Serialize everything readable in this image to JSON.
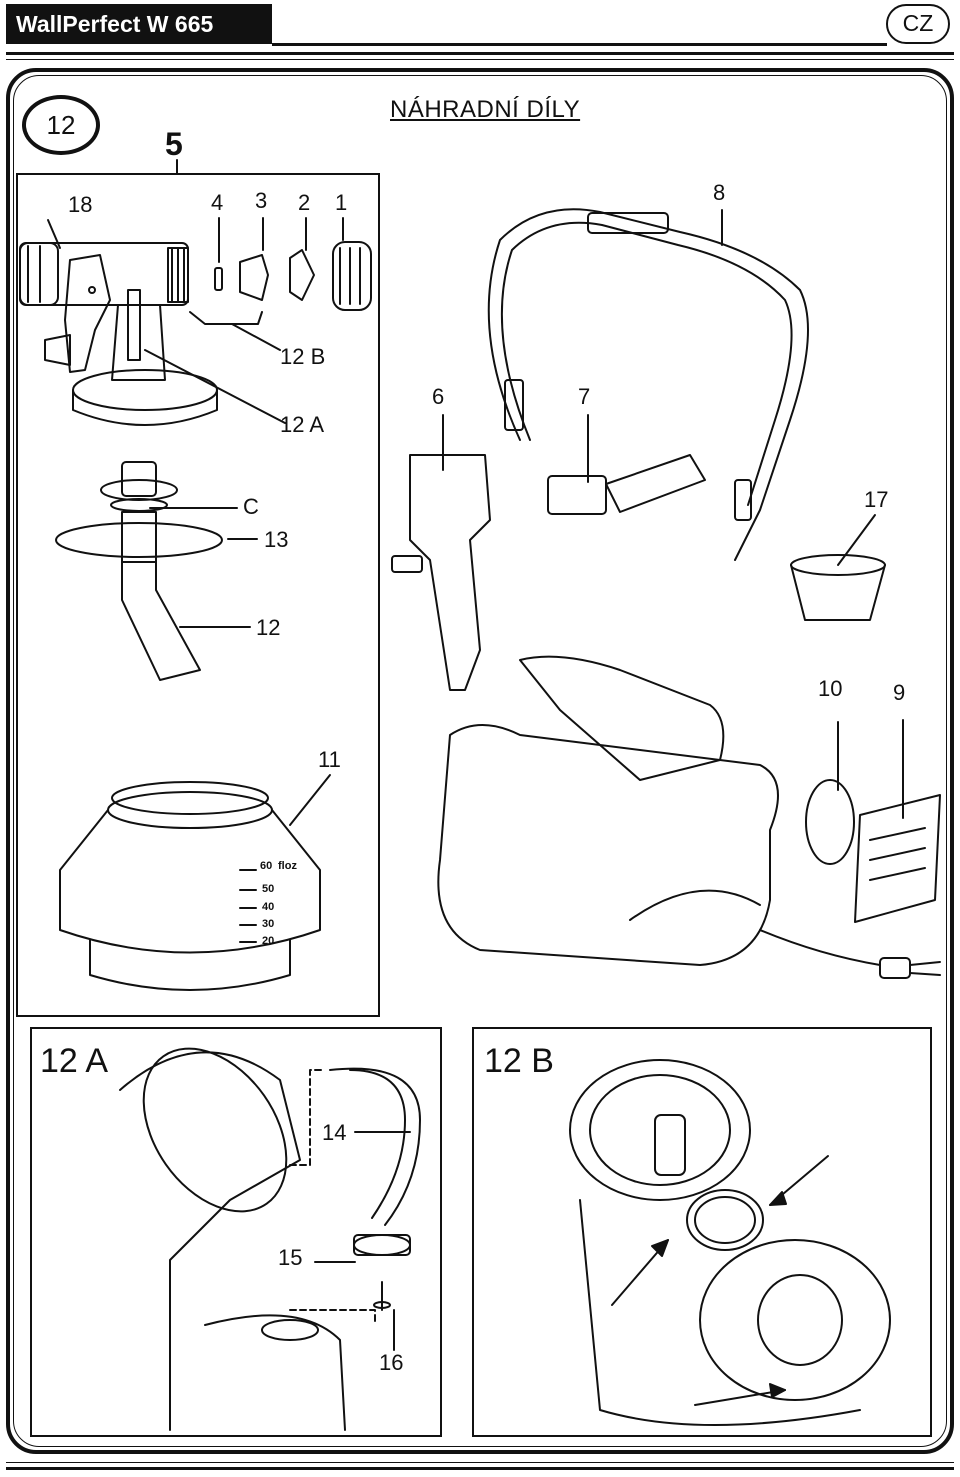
{
  "header": {
    "title": "WallPerfect W 665",
    "lang": "CZ"
  },
  "page": {
    "step_number": "12",
    "heading": "NÁHRADNÍ DÍLY",
    "box_number": "5"
  },
  "part_labels": {
    "p18": "18",
    "p4": "4",
    "p3": "3",
    "p2": "2",
    "p1": "1",
    "p8": "8",
    "p12b": "12 B",
    "p12a": "12 A",
    "p6": "6",
    "p7": "7",
    "pC": "C",
    "p13": "13",
    "p17": "17",
    "p12": "12",
    "p10": "10",
    "p9": "9",
    "p11": "11"
  },
  "detail_a": {
    "title": "12 A",
    "p14": "14",
    "p15": "15",
    "p16": "16"
  },
  "detail_b": {
    "title": "12 B"
  },
  "container_scale": [
    "60",
    "50",
    "40",
    "30",
    "20"
  ],
  "container_unit": "floz",
  "colors": {
    "ink": "#111111",
    "paper": "#ffffff"
  }
}
